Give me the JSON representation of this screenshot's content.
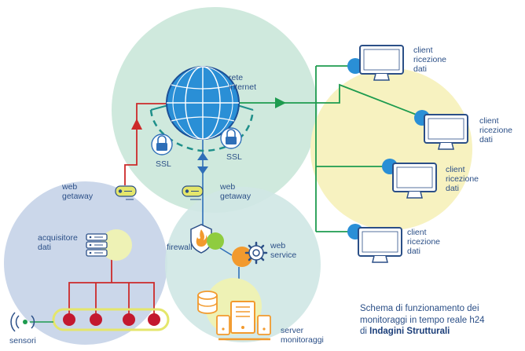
{
  "colors": {
    "zone_green": "#cfe9dd",
    "zone_blue": "#c5d3e8",
    "zone_teal": "#cfe7e4",
    "zone_yellow": "#f7f2c0",
    "line_red": "#cc2a2a",
    "line_green": "#1e9b4f",
    "line_blue": "#2f6fb8",
    "line_teal": "#1e8f8a",
    "accent_yellow": "#e4e66b",
    "client_blue": "#2a8fd6",
    "orange": "#f29a2e",
    "text": "#2b4f87"
  },
  "icons": {
    "globe": "globe-icon",
    "lock": "lock-icon",
    "monitor": "monitor-icon",
    "server": "server-icon",
    "database": "database-icon",
    "gear": "gear-icon",
    "firewall": "firewall-icon",
    "sensor": "sensor-icon",
    "gateway": "gateway-icon"
  },
  "labels": {
    "rete_internet": [
      "rete",
      "internet"
    ],
    "ssl_left": "SSL",
    "ssl_right": "SSL",
    "web_getaway_left": [
      "web",
      "getaway"
    ],
    "web_getaway_right": [
      "web",
      "getaway"
    ],
    "acquisitore_dati": [
      "acquisitore",
      "dati"
    ],
    "firewall": "firewall",
    "web_service": [
      "web",
      "service"
    ],
    "sensori": "sensori",
    "server_monitoraggi": [
      "server",
      "monitoraggi"
    ],
    "clients": [
      [
        "client",
        "ricezione",
        "dati"
      ],
      [
        "client",
        "ricezione",
        "dati"
      ],
      [
        "client",
        "ricezione",
        "dati"
      ],
      [
        "client",
        "ricezione",
        "dati"
      ]
    ]
  },
  "caption": {
    "line1": "Schema di funzionamento dei",
    "line2": "monitoraggi in tempo reale h24",
    "line3_prefix": "di ",
    "line3_bold": "Indagini Strutturali"
  }
}
